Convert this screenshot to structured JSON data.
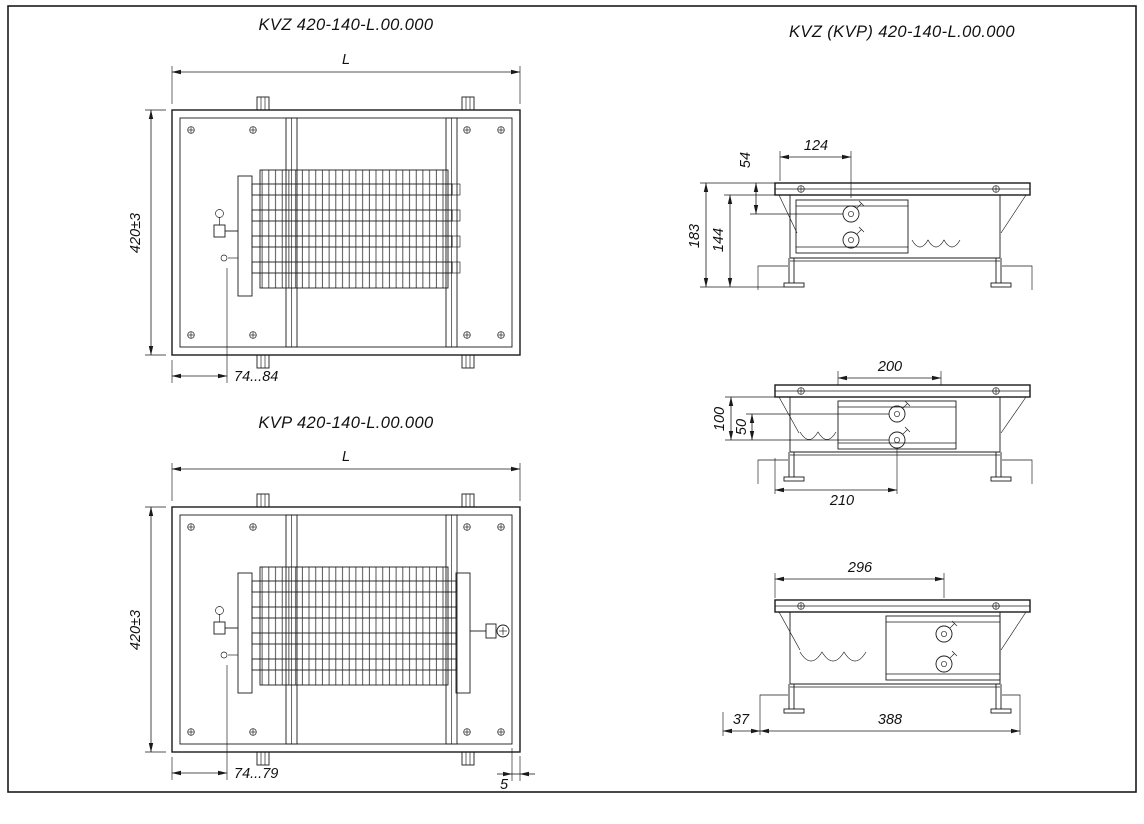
{
  "drawing": {
    "background": "#ffffff",
    "line_color": "#1a1a1a",
    "views": {
      "kvz_plan": {
        "title": "KVZ 420-140-L.00.000",
        "dims": {
          "length": "L",
          "height": "420±3",
          "valve_offset": "74...84"
        }
      },
      "kvp_plan": {
        "title": "KVP 420-140-L.00.000",
        "dims": {
          "length": "L",
          "height": "420±3",
          "valve_offset": "74...79",
          "edge_gap": "5"
        }
      },
      "sections": {
        "title": "KVZ (KVP) 420-140-L.00.000",
        "section_top": {
          "pipe_offset": "124",
          "pipe_depth": "54",
          "overall_height": "183",
          "body_height": "144"
        },
        "section_middle": {
          "block_width": "200",
          "block_height": "100",
          "pipe_spacing": "50",
          "pipe_offset": "210"
        },
        "section_bottom": {
          "pipe_offset": "296",
          "edge_offset": "37",
          "body_width": "388"
        }
      }
    }
  }
}
